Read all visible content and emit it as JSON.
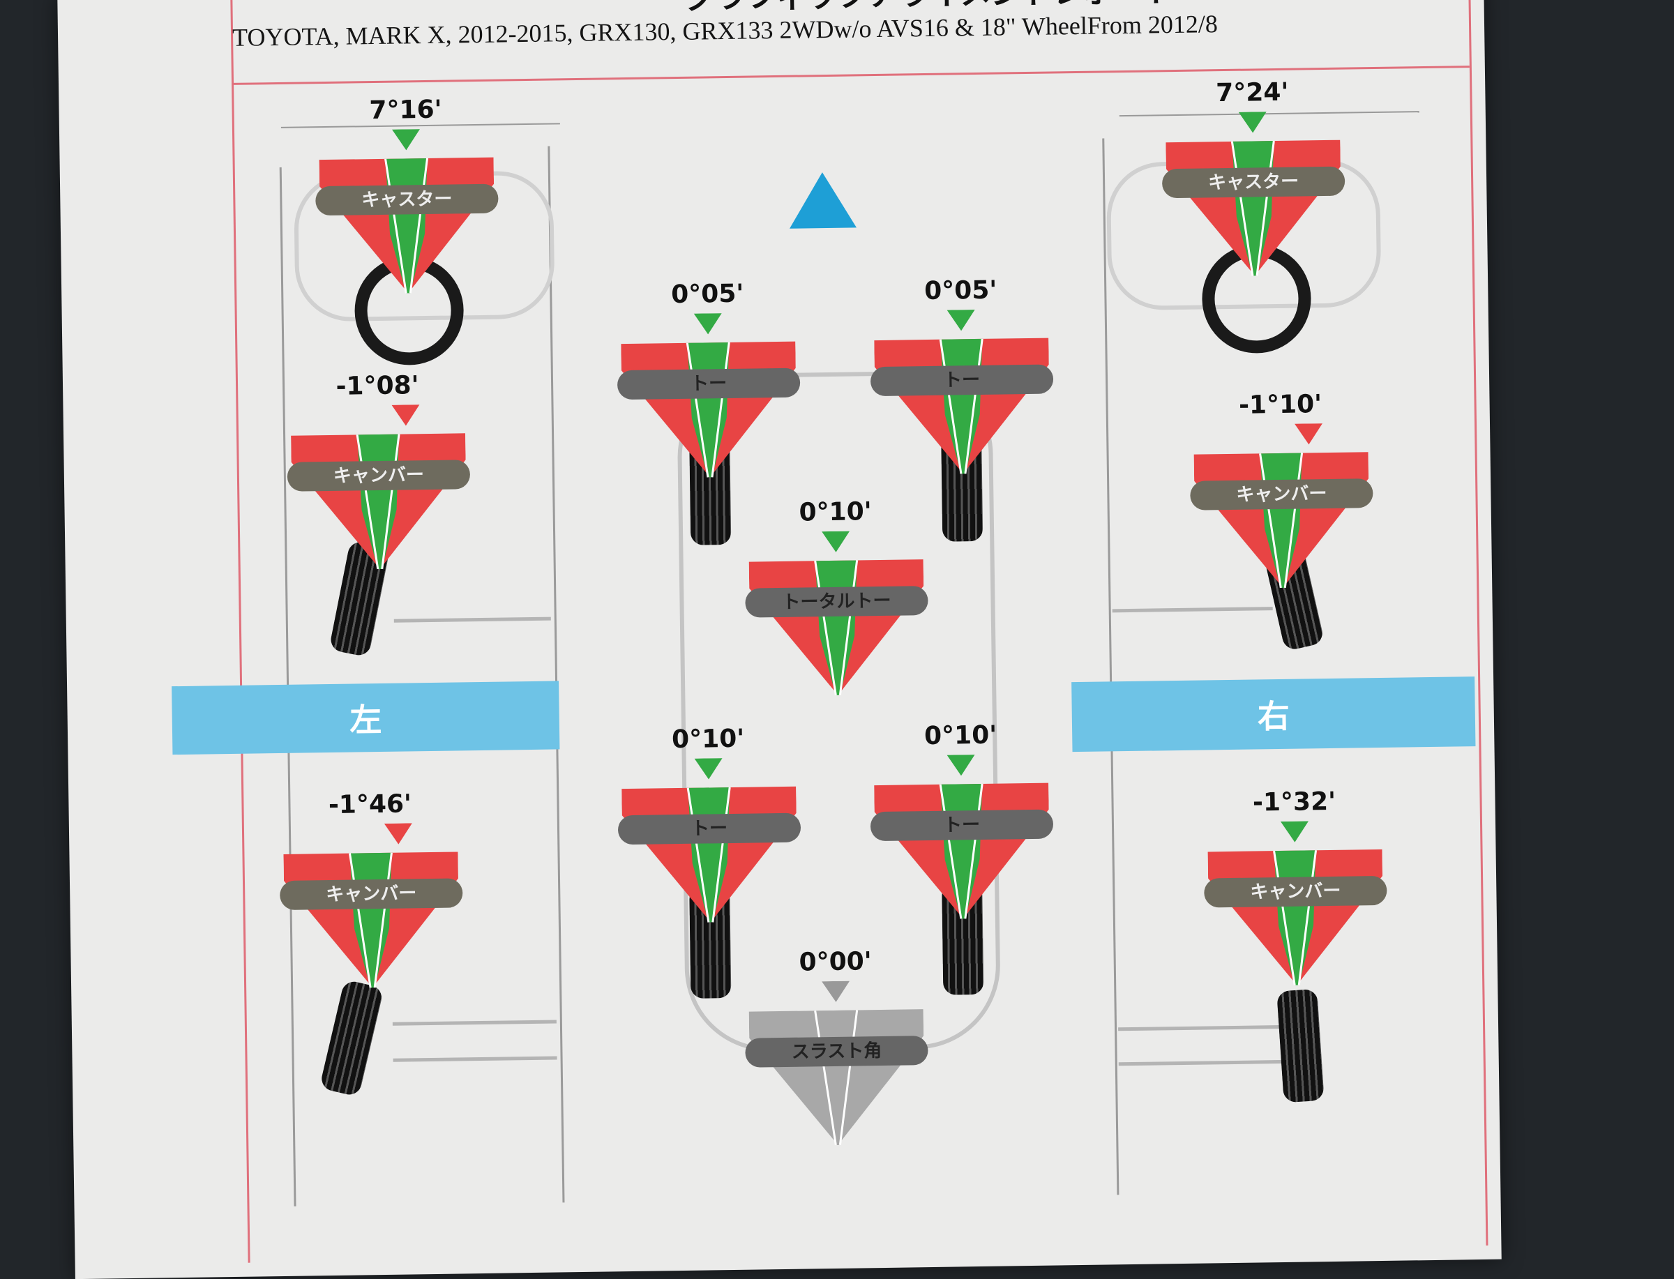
{
  "header": {
    "title": "グラフィックアライメントレポート",
    "subtitle": "TOYOTA, MARK X, 2012-2015, GRX130, GRX133 2WDw/o AVS16 & 18\" WheelFrom 2012/8"
  },
  "sides": {
    "left": "左",
    "right": "右"
  },
  "colors": {
    "in_spec": "#33aa44",
    "out_of_spec": "#e84444",
    "neutral": "#a8a8a8",
    "banner": "#6ec3e6",
    "forward_arrow": "#1e9fd6"
  },
  "gauges": {
    "caster_left": {
      "label": "キャスター",
      "value": "7°16'",
      "status": "in"
    },
    "caster_right": {
      "label": "キャスター",
      "value": "7°24'",
      "status": "in"
    },
    "toe_front_left": {
      "label": "トー",
      "value": "0°05'",
      "status": "in"
    },
    "toe_front_right": {
      "label": "トー",
      "value": "0°05'",
      "status": "in"
    },
    "camber_front_left": {
      "label": "キャンバー",
      "value": "-1°08'",
      "status": "out"
    },
    "camber_front_right": {
      "label": "キャンバー",
      "value": "-1°10'",
      "status": "out"
    },
    "total_toe": {
      "label": "トータルトー",
      "value": "0°10'",
      "status": "in"
    },
    "toe_rear_left": {
      "label": "トー",
      "value": "0°10'",
      "status": "in"
    },
    "toe_rear_right": {
      "label": "トー",
      "value": "0°10'",
      "status": "in"
    },
    "camber_rear_left": {
      "label": "キャンバー",
      "value": "-1°46'",
      "status": "out"
    },
    "camber_rear_right": {
      "label": "キャンバー",
      "value": "-1°32'",
      "status": "in"
    },
    "thrust_angle": {
      "label": "スラスト角",
      "value": "0°00'",
      "status": "neutral"
    }
  }
}
